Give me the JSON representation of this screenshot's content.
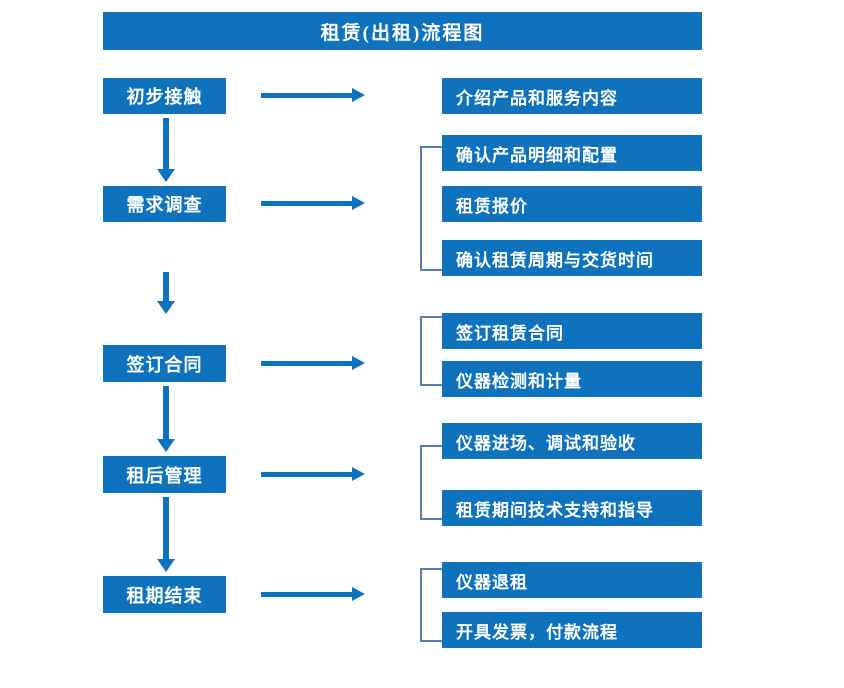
{
  "diagram": {
    "title": "租赁(出租)流程图",
    "accent_color": "#0f72bd",
    "bracket_color": "#5a7fa8",
    "text_color": "#ffffff",
    "background_color": "#ffffff",
    "stages": [
      {
        "id": "stage-1",
        "label": "初步接触"
      },
      {
        "id": "stage-2",
        "label": "需求调查"
      },
      {
        "id": "stage-3",
        "label": "签订合同"
      },
      {
        "id": "stage-4",
        "label": "租后管理"
      },
      {
        "id": "stage-5",
        "label": "租期结束"
      }
    ],
    "details": [
      {
        "id": "detail-1-1",
        "label": "介绍产品和服务内容"
      },
      {
        "id": "detail-2-1",
        "label": "确认产品明细和配置"
      },
      {
        "id": "detail-2-2",
        "label": "租赁报价"
      },
      {
        "id": "detail-2-3",
        "label": "确认租赁周期与交货时间"
      },
      {
        "id": "detail-3-1",
        "label": "签订租赁合同"
      },
      {
        "id": "detail-3-2",
        "label": "仪器检测和计量"
      },
      {
        "id": "detail-4-1",
        "label": "仪器进场、调试和验收"
      },
      {
        "id": "detail-4-2",
        "label": "租赁期间技术支持和指导"
      },
      {
        "id": "detail-5-1",
        "label": "仪器退租"
      },
      {
        "id": "detail-5-2",
        "label": "开具发票，付款流程"
      }
    ]
  }
}
